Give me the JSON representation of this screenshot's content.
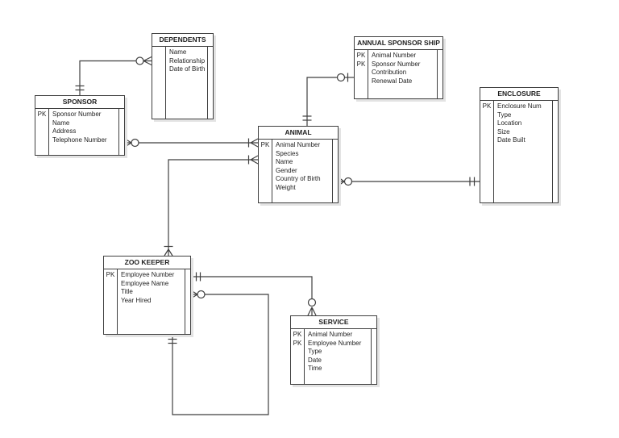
{
  "diagram": {
    "kind": "entity-relationship-diagram",
    "notation": "crow-foot",
    "colors": {
      "background": "#ffffff",
      "line": "#3f3f3f",
      "border": "#3f3f3f",
      "text": "#1f1f1f",
      "shadow": "#e3e3e3"
    }
  },
  "entities": [
    {
      "name": "DEPENDENTS",
      "pk": [],
      "fields": [
        "Name",
        "Relationship",
        "Date of Birth"
      ]
    },
    {
      "name": "SPONSOR",
      "pk": [
        "PK"
      ],
      "fields": [
        "Sponsor Number",
        "Name",
        "Address",
        "Telephone Number"
      ]
    },
    {
      "name": "ANNUAL SPONSOR SHIP",
      "pk": [
        "PK",
        "PK"
      ],
      "fields": [
        "Animal Number",
        "Sponsor Number",
        "Contribution",
        "Renewal Date"
      ]
    },
    {
      "name": "ANIMAL",
      "pk": [
        "PK"
      ],
      "fields": [
        "Animal Number",
        "Species",
        "Name",
        "Gender",
        "Country of Birth",
        "Weight"
      ]
    },
    {
      "name": "ENCLOSURE",
      "pk": [
        "PK"
      ],
      "fields": [
        "Enclosure Num",
        "Type",
        "Location",
        "Size",
        "Date Built"
      ]
    },
    {
      "name": "ZOO KEEPER",
      "pk": [
        "PK"
      ],
      "fields": [
        "Employee Number",
        "Employee Name",
        "Title",
        "Year Hired"
      ]
    },
    {
      "name": "SERVICE",
      "pk": [
        "PK",
        "PK"
      ],
      "fields": [
        "Animal Number",
        "Employee Number",
        "Type",
        "Date",
        "Time"
      ]
    }
  ],
  "relationships": [
    {
      "from": "SPONSOR",
      "to": "DEPENDENTS",
      "from_cardinality": "exactly one",
      "to_cardinality": "zero or many"
    },
    {
      "from": "SPONSOR",
      "to": "ANIMAL",
      "from_cardinality": "zero or many",
      "to_cardinality": "one or many"
    },
    {
      "from": "ANIMAL",
      "to": "ANNUAL SPONSOR SHIP",
      "from_cardinality": "exactly one",
      "to_cardinality": "zero or one"
    },
    {
      "from": "ANIMAL",
      "to": "ENCLOSURE",
      "from_cardinality": "zero or many",
      "to_cardinality": "exactly one"
    },
    {
      "from": "ANIMAL",
      "to": "ZOO KEEPER",
      "from_cardinality": "one or many",
      "to_cardinality": "one or many"
    },
    {
      "from": "ZOO KEEPER",
      "to": "SERVICE",
      "from_cardinality": "exactly one",
      "to_cardinality": "zero or many"
    },
    {
      "from": "ZOO KEEPER",
      "to": "ZOO KEEPER",
      "from_cardinality": "zero or many",
      "to_cardinality": "exactly one"
    }
  ]
}
